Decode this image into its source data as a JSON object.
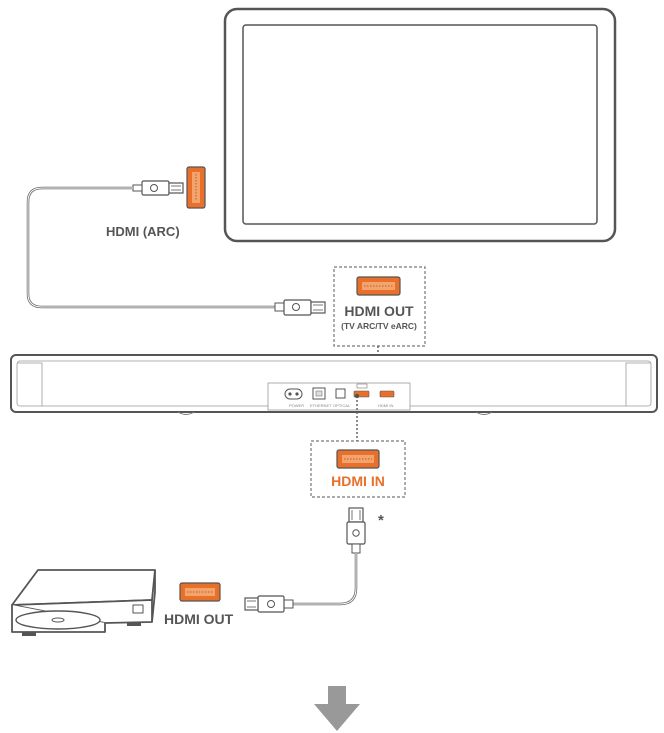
{
  "labels": {
    "tv_port": "HDMI (ARC)",
    "soundbar_out": "HDMI OUT",
    "soundbar_out_sub": "(TV ARC/TV eARC)",
    "soundbar_in": "HDMI IN",
    "player_out": "HDMI OUT",
    "asterisk": "*"
  },
  "colors": {
    "accent": "#e8702a",
    "line": "#555555",
    "arrow": "#999999"
  },
  "icons": {
    "tv": "tv-outline",
    "soundbar": "soundbar-rear-panel",
    "player": "blu-ray-player",
    "hdmi_port": "hdmi-port-icon",
    "hdmi_plug": "hdmi-plug-icon",
    "arrow": "arrow-down-icon"
  }
}
